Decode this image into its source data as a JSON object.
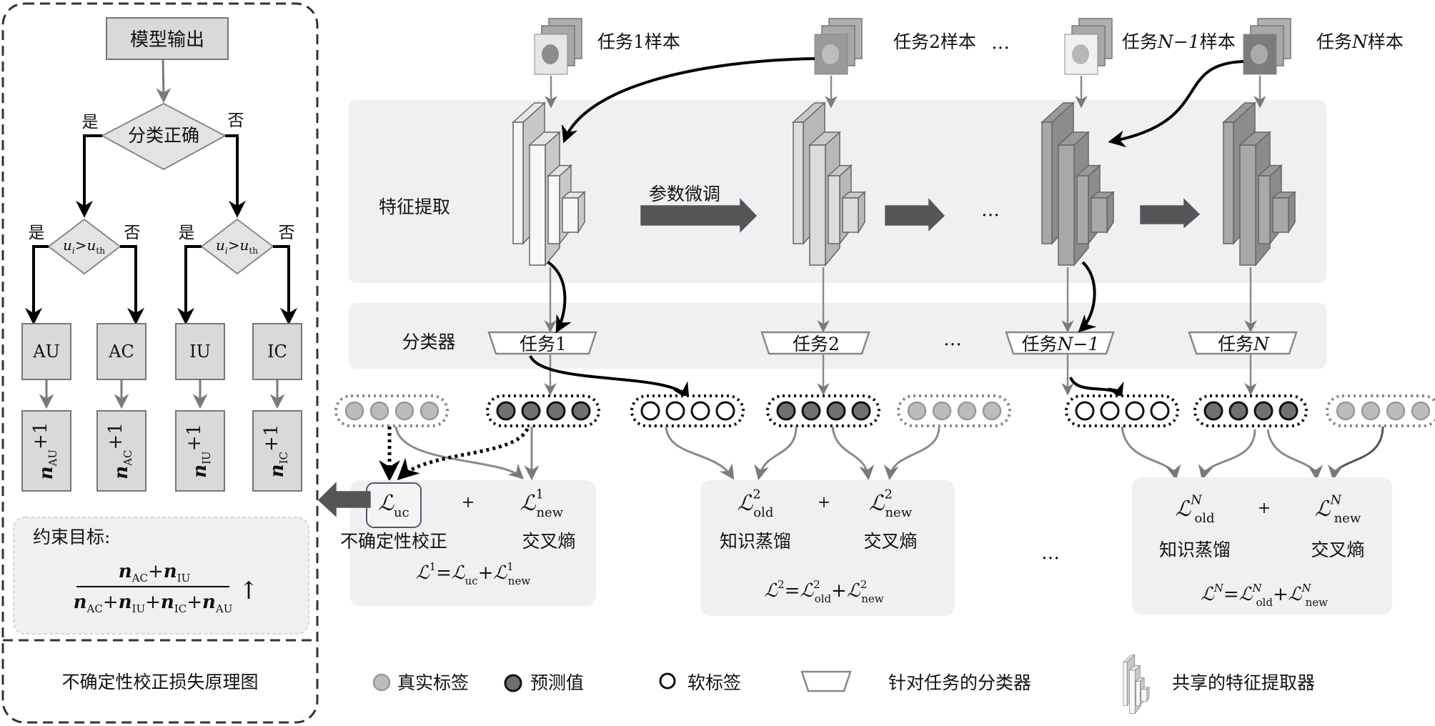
{
  "colors": {
    "band_bg": "#f0f0f0",
    "box_gray": "#d9d9d9",
    "diamond_gray": "#e3e3e3",
    "arrow_dark": "#555555",
    "ground_truth": "#bcbcbc",
    "prediction": "#707070",
    "soft_label": "#ffffff",
    "extractor_light": "#f7f7f7",
    "extractor_mid": "#d4d4d4",
    "extractor_dark": "#a8a8a8"
  },
  "left_panel": {
    "model_output": "模型输出",
    "classify_correct": "分类正确",
    "yes": "是",
    "no": "否",
    "uncertainty_condition": {
      "lhs": "u",
      "lhs_sub": "i",
      "op": ">",
      "rhs": "u",
      "rhs_sub": "th"
    },
    "categories": [
      "AU",
      "AC",
      "IU",
      "IC"
    ],
    "counters": [
      {
        "var": "n",
        "sub": "AU",
        "suffix": "+1"
      },
      {
        "var": "n",
        "sub": "AC",
        "suffix": "+1"
      },
      {
        "var": "n",
        "sub": "IU",
        "suffix": "+1"
      },
      {
        "var": "n",
        "sub": "IC",
        "suffix": "+1"
      }
    ],
    "objective_label": "约束目标:",
    "objective_numerator": [
      {
        "v": "n",
        "s": "AC"
      },
      {
        "v": "n",
        "s": "IU"
      }
    ],
    "objective_denominator": [
      {
        "v": "n",
        "s": "AC"
      },
      {
        "v": "n",
        "s": "IU"
      },
      {
        "v": "n",
        "s": "IC"
      },
      {
        "v": "n",
        "s": "AU"
      }
    ],
    "objective_arrow": "↑",
    "caption": "不确定性校正损失原理图"
  },
  "main": {
    "row_labels": {
      "feature_extraction": "特征提取",
      "classifier": "分类器"
    },
    "fine_tune_label": "参数微调",
    "ellipsis": "…",
    "tasks": [
      {
        "sample_label": "任务1样本",
        "sample_prefix": "任务",
        "sample_num": "1",
        "sample_suffix": "样本",
        "classifier_prefix": "任务",
        "classifier_num": "1",
        "num_italic": false
      },
      {
        "sample_label": "任务2样本",
        "sample_prefix": "任务",
        "sample_num": "2",
        "sample_suffix": "样本",
        "classifier_prefix": "任务",
        "classifier_num": "2",
        "num_italic": false
      },
      {
        "sample_label": "任务N−1样本",
        "sample_prefix": "任务",
        "sample_num": "N−1",
        "sample_suffix": "样本",
        "classifier_prefix": "任务",
        "classifier_num": "N−1",
        "num_italic": true
      },
      {
        "sample_label": "任务N样本",
        "sample_prefix": "任务",
        "sample_num": "N",
        "sample_suffix": "样本",
        "classifier_prefix": "任务",
        "classifier_num": "N",
        "num_italic": true
      }
    ],
    "loss_boxes": [
      {
        "term1": {
          "sym": "ℒ",
          "sub": "uc",
          "sup": ""
        },
        "term1_label": "不确定性校正",
        "plus": "+",
        "term2": {
          "sym": "ℒ",
          "sub": "new",
          "sup": "1"
        },
        "term2_label": "交叉熵",
        "formula": {
          "lhs_sup": "1",
          "t1_sub": "uc",
          "t1_sup": "",
          "t2_sub": "new",
          "t2_sup": "1"
        }
      },
      {
        "term1": {
          "sym": "ℒ",
          "sub": "old",
          "sup": "2"
        },
        "term1_label": "知识蒸馏",
        "plus": "+",
        "term2": {
          "sym": "ℒ",
          "sub": "new",
          "sup": "2"
        },
        "term2_label": "交叉熵",
        "formula": {
          "lhs_sup": "2",
          "t1_sub": "old",
          "t1_sup": "2",
          "t2_sub": "new",
          "t2_sup": "2"
        }
      },
      {
        "term1": {
          "sym": "ℒ",
          "sub": "old",
          "sup": "N"
        },
        "term1_label": "知识蒸馏",
        "plus": "+",
        "term2": {
          "sym": "ℒ",
          "sub": "new",
          "sup": "N"
        },
        "term2_label": "交叉熵",
        "formula": {
          "lhs_sup": "N",
          "t1_sub": "old",
          "t1_sup": "N",
          "t2_sub": "new",
          "t2_sup": "N"
        }
      }
    ]
  },
  "legend": {
    "items": [
      {
        "icon": "ground-truth-circle",
        "label": "真实标签"
      },
      {
        "icon": "prediction-circle",
        "label": "预测值"
      },
      {
        "icon": "soft-label-circle",
        "label": "软标签"
      },
      {
        "icon": "classifier-trapezoid",
        "label": "针对任务的分类器"
      },
      {
        "icon": "feature-extractor",
        "label": "共享的特征提取器"
      }
    ]
  }
}
